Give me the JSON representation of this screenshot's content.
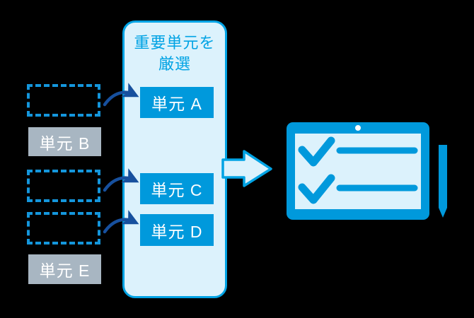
{
  "diagram": {
    "title_hidden": "",
    "background_color": "#000000",
    "colors": {
      "accent_blue": "#0099DC",
      "border_blue": "#00A3E4",
      "dashed_blue": "#1496DC",
      "panel_bg": "#DCF2FC",
      "gray": "#A8B6C2",
      "navy_arrow": "#17509E",
      "white": "#FFFFFF"
    }
  },
  "candidates": {
    "label": "candidate-units",
    "items": [
      {
        "name": "placeholder-1",
        "style": "dashed",
        "text": ""
      },
      {
        "name": "unit-b",
        "style": "gray",
        "text": "単元 B"
      },
      {
        "name": "placeholder-2",
        "style": "dashed",
        "text": ""
      },
      {
        "name": "placeholder-3",
        "style": "dashed",
        "text": ""
      },
      {
        "name": "unit-e",
        "style": "gray",
        "text": "単元 E"
      }
    ]
  },
  "panel": {
    "title": "重要単元を\n厳選",
    "selected_units": [
      {
        "name": "unit-a",
        "text": "単元 A"
      },
      {
        "name": "unit-c",
        "text": "単元 C"
      },
      {
        "name": "unit-d",
        "text": "単元 D"
      }
    ]
  },
  "flow": {
    "curved_arrows": 3,
    "big_arrow_name": "result-arrow",
    "big_arrow_direction": "right"
  },
  "device": {
    "name": "tablet-checklist",
    "checkmarks": 2,
    "lines": 2,
    "has_camera_dot": true,
    "stylus": "stylus-pen"
  }
}
